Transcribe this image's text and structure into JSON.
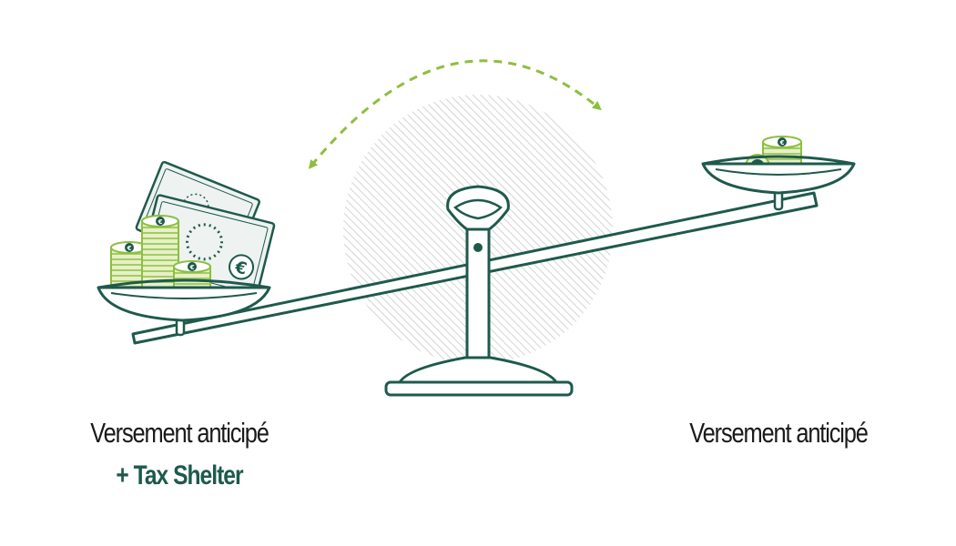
{
  "labels": {
    "left_main": "Versement anticipé",
    "left_extra": "+ Tax Shelter",
    "right_main": "Versement anticipé"
  },
  "symbols": {
    "currency": "€"
  },
  "icons": [
    "balance-scale-icon",
    "euro-banknote-icon",
    "euro-coin-stack-icon",
    "curved-double-arrow-icon"
  ],
  "colors": {
    "ink": "#1e5a4c",
    "accent_green": "#8dbf3e",
    "coin_fill": "#e6f0c9",
    "note_fill": "#eef2f0",
    "hatch": "#c9c9c9",
    "text": "#1a1a1a",
    "extra_text": "#1e5a4c"
  }
}
